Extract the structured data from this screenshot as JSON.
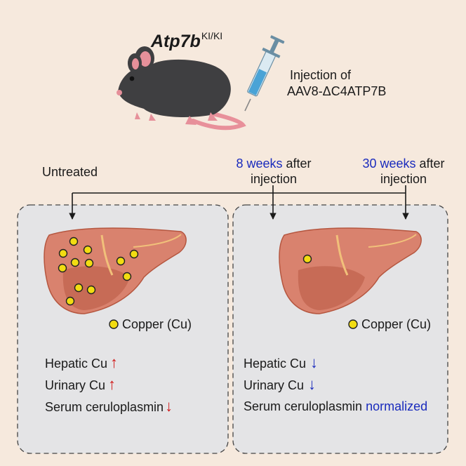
{
  "mouse": {
    "genotype_base": "Atp7b",
    "genotype_sup": "KI/KI",
    "injection_line1": "Injection of",
    "injection_line2": "AAV8-ΔC4ATP7B"
  },
  "timeline": {
    "untreated": "Untreated",
    "eight_weeks": {
      "number": "8 weeks",
      "after": " after",
      "line2": "injection"
    },
    "thirty_weeks": {
      "number": "30 weeks",
      "after": " after",
      "line2": "injection"
    }
  },
  "left_panel": {
    "legend": "Copper (Cu)",
    "findings": [
      {
        "label": "Hepatic Cu",
        "arrow": "↑"
      },
      {
        "label": "Urinary Cu",
        "arrow": "↑"
      },
      {
        "label": "Serum ceruloplasmin",
        "arrow": "↓"
      }
    ]
  },
  "right_panel": {
    "legend": "Copper (Cu)",
    "findings": [
      {
        "label": "Hepatic Cu",
        "arrow": "↓"
      },
      {
        "label": "Urinary Cu",
        "arrow": "↓"
      },
      {
        "label": "Serum ceruloplasmin",
        "status": "normalized"
      }
    ]
  },
  "colors": {
    "background": "#f6e9dd",
    "panel": "#e4e4e6",
    "liver": "#d9826e",
    "copper": "#f2dc12",
    "increase_arrow": "#d11a1a",
    "decrease_arrow": "#1a2bbd",
    "highlight_text": "#1a2bbd"
  }
}
